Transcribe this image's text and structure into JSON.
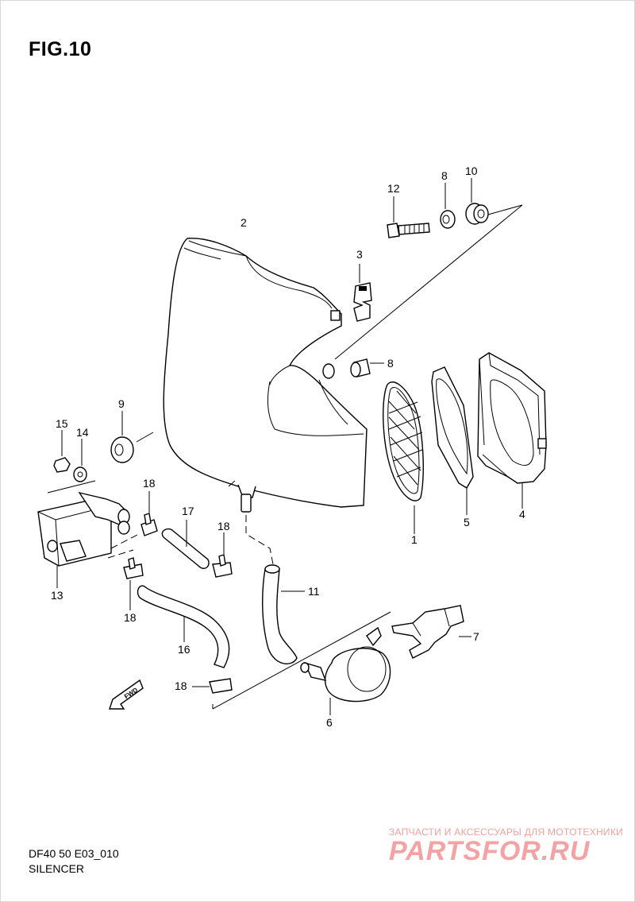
{
  "figure": {
    "title": "FIG.10",
    "code": "DF40 50 E03_010",
    "caption": "SILENCER"
  },
  "parts": [
    {
      "number": "2"
    },
    {
      "number": "3"
    },
    {
      "number": "12"
    },
    {
      "number": "8"
    },
    {
      "number": "10"
    },
    {
      "number": "8"
    },
    {
      "number": "9"
    },
    {
      "number": "15"
    },
    {
      "number": "14"
    },
    {
      "number": "18"
    },
    {
      "number": "17"
    },
    {
      "number": "18"
    },
    {
      "number": "13"
    },
    {
      "number": "18"
    },
    {
      "number": "16"
    },
    {
      "number": "11"
    },
    {
      "number": "1"
    },
    {
      "number": "5"
    },
    {
      "number": "4"
    },
    {
      "number": "7"
    },
    {
      "number": "18"
    },
    {
      "number": "6"
    }
  ],
  "direction_marker": {
    "label": "FWD"
  },
  "watermark": {
    "tagline": "ЗАПЧАСТИ И АКСЕССУАРЫ ДЛЯ МОТОТЕХНИКИ",
    "logo": "PARTSFOR.RU"
  }
}
